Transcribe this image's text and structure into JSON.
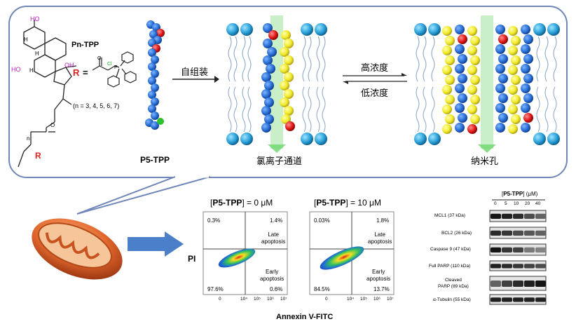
{
  "chem": {
    "pn_tpp": "Pn-TPP",
    "r_label": "R",
    "equals": "=",
    "cl": "Cl",
    "p_plus": "P",
    "n_values": "(n = 3, 4, 5, 6, 7)",
    "ho": "HO",
    "oh": "OH",
    "h1": "H",
    "h2": "H",
    "h3": "H",
    "o": "O",
    "n": "n",
    "r_bottom": "R"
  },
  "mechanism": {
    "monomer_label": "P5-TPP",
    "self_assembly": "自组装",
    "channel_label": "氯离子通道",
    "high_conc": "高浓度",
    "low_conc": "低浓度",
    "nanopore_label": "纳米孔"
  },
  "flow": {
    "axis_x": "Annexin V-FITC",
    "axis_y": "PI",
    "panels": [
      {
        "title_a": "[",
        "title_b": "P5-TPP",
        "title_c": "] = 0 μM",
        "ul": "0.3%",
        "ur": "1.4%",
        "ll": "97.6%",
        "lr": "0.6%"
      },
      {
        "title_a": "[",
        "title_b": "P5-TPP",
        "title_c": "] = 10 μM",
        "ul": "0.03%",
        "ur": "1.8%",
        "ll": "84.5%",
        "lr": "13.7%"
      }
    ],
    "late": "Late\napoptosis",
    "early": "Early\napoptosis",
    "xticks": [
      "0",
      "10⁴",
      "10⁵",
      "10⁶",
      "10⁷"
    ]
  },
  "western": {
    "header_a": "[",
    "header_b": "P5-TPP",
    "header_c": "] (μM)",
    "concentrations": [
      "0",
      "5",
      "10",
      "20",
      "40"
    ],
    "bands": [
      "MCL1 (37 kDa)",
      "BCL2 (26 kDa)",
      "Caspase 9 (47 kDa)",
      "Full PARP (110 kDa)",
      "Cleaved\nPARP (89 kDa)",
      "α-Tubulin (55 kDa)"
    ],
    "intensity": [
      [
        0.95,
        0.9,
        0.85,
        0.7,
        0.6
      ],
      [
        0.85,
        0.8,
        0.7,
        0.65,
        0.6
      ],
      [
        0.95,
        0.8,
        0.75,
        0.5,
        0.45
      ],
      [
        0.9,
        0.85,
        0.8,
        0.75,
        0.7
      ],
      [
        0.6,
        0.75,
        0.85,
        0.9,
        0.95
      ],
      [
        0.9,
        0.9,
        0.9,
        0.9,
        0.9
      ]
    ]
  },
  "colors": {
    "bubble_border": "#6f87b8",
    "molecule_blue": "#2a6fd6",
    "molecule_yellow": "#f2ea2a",
    "lipid_head": "#2aa0d8",
    "arrow_blue": "#4a7fc9",
    "mito": "#d85a2a"
  }
}
